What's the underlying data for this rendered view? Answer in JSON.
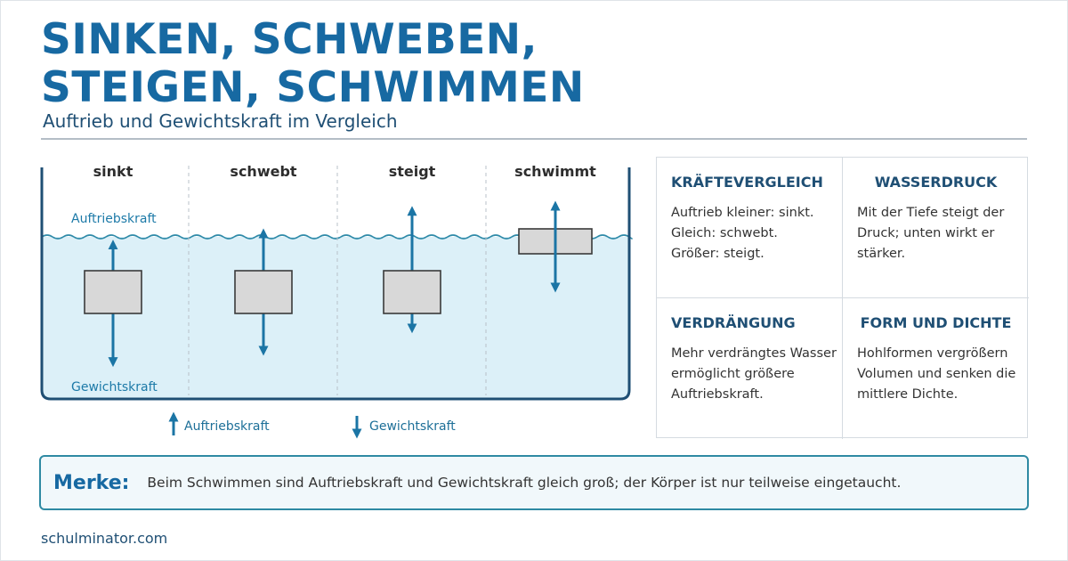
{
  "header": {
    "title_lines": [
      "SINKEN, SCHWEBEN,",
      "STEIGEN, SCHWIMMEN"
    ],
    "subtitle": "Auftrieb und Gewichtskraft im Vergleich"
  },
  "diagram": {
    "columns": [
      {
        "label": "sinkt",
        "buoyancy": 0.35,
        "weight": 0.65
      },
      {
        "label": "schwebt",
        "buoyancy": 0.5,
        "weight": 0.5
      },
      {
        "label": "steigt",
        "buoyancy": 0.8,
        "weight": 0.2
      },
      {
        "label": "schwimmt",
        "buoyancy": 0.5,
        "weight": 0.5
      }
    ],
    "force_labels": {
      "top": "Auftriebskraft",
      "bottom": "Gewichtskraft"
    },
    "legend": {
      "up_label": "Auftriebskraft",
      "down_label": "Gewichtskraft"
    },
    "colors": {
      "water": "#dcf0f8",
      "arrow": "#1b75a5",
      "box_fill": "#d8d8d8",
      "tank": "#1f4f74"
    }
  },
  "info": [
    {
      "title": "KRÄFTEVERGLEICH",
      "lines": [
        "Auftrieb kleiner: sinkt.",
        "Gleich: schwebt.",
        "Größer: steigt."
      ]
    },
    {
      "title": "WASSERDRUCK",
      "lines": [
        "Mit der Tiefe steigt der",
        "Druck; unten wirkt er",
        "stärker."
      ]
    },
    {
      "title": "VERDRÄNGUNG",
      "lines": [
        "Mehr verdrängtes Wasser",
        "ermöglicht größere",
        "Auftriebskraft."
      ]
    },
    {
      "title": "FORM UND DICHTE",
      "lines": [
        "Hohlformen vergrößern",
        "Volumen und senken die",
        "mittlere Dichte."
      ]
    }
  ],
  "merke": {
    "label": "Merke:",
    "text": "Beim Schwimmen sind Auftriebskraft und Gewichtskraft gleich groß; der Körper ist nur teilweise eingetaucht."
  },
  "footer": "schulminator.com"
}
